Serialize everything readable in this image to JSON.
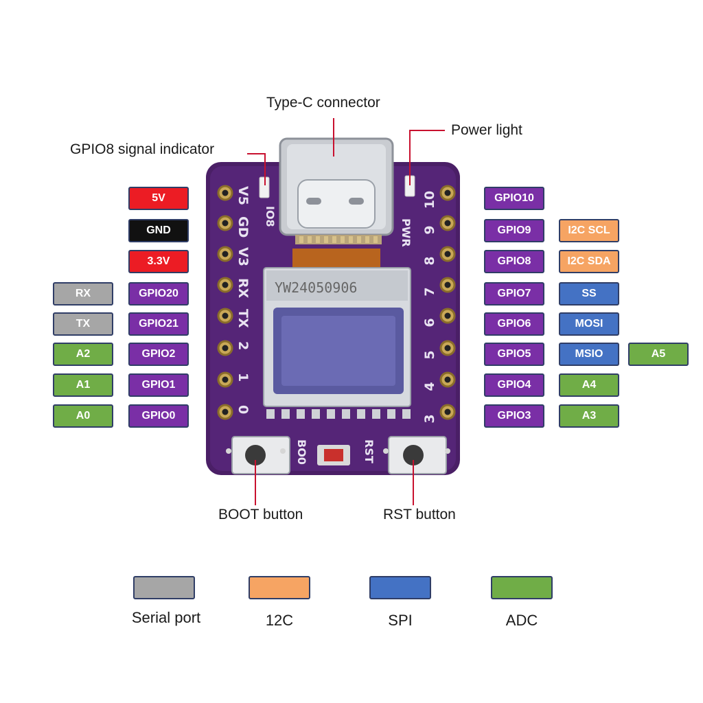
{
  "callouts": {
    "typec": "Type-C connector",
    "power_light": "Power light",
    "gpio8_indicator": "GPIO8 signal indicator",
    "boot": "BOOT button",
    "rst": "RST button"
  },
  "colors": {
    "power_5v": "#ec1c24",
    "ground": "#111111",
    "power_3v3": "#ec1c24",
    "gpio": "#7a2fa6",
    "serial": "#a6a6a6",
    "i2c": "#f6a463",
    "spi": "#4472c4",
    "adc": "#70ad47",
    "board": "#4a1f66",
    "leader": "#c8102e"
  },
  "left_power": [
    {
      "label": "5V",
      "kind": "power_5v"
    },
    {
      "label": "GND",
      "kind": "ground"
    },
    {
      "label": "3.3V",
      "kind": "power_3v3"
    }
  ],
  "left_gpio": [
    "GPIO20",
    "GPIO21",
    "GPIO2",
    "GPIO1",
    "GPIO0"
  ],
  "left_func": [
    {
      "label": "RX",
      "kind": "serial"
    },
    {
      "label": "TX",
      "kind": "serial"
    },
    {
      "label": "A2",
      "kind": "adc"
    },
    {
      "label": "A1",
      "kind": "adc"
    },
    {
      "label": "A0",
      "kind": "adc"
    }
  ],
  "right_gpio": [
    "GPIO10",
    "GPIO9",
    "GPIO8",
    "GPIO7",
    "GPIO6",
    "GPIO5",
    "GPIO4",
    "GPIO3"
  ],
  "right_func": [
    {
      "label": "I2C SCL",
      "kind": "i2c",
      "row": 1
    },
    {
      "label": "I2C SDA",
      "kind": "i2c",
      "row": 2
    },
    {
      "label": "SS",
      "kind": "spi",
      "row": 3
    },
    {
      "label": "MOSI",
      "kind": "spi",
      "row": 4
    },
    {
      "label": "MSIO",
      "kind": "spi",
      "row": 5
    },
    {
      "label": "A4",
      "kind": "adc",
      "row": 6
    },
    {
      "label": "A3",
      "kind": "adc",
      "row": 7
    }
  ],
  "right_extra": [
    {
      "label": "A5",
      "kind": "adc",
      "row": 5
    }
  ],
  "board_silk": {
    "left": [
      "V5",
      "GD",
      "V3",
      "RX",
      "TX",
      "2",
      "1",
      "0"
    ],
    "right": [
      "10",
      "9",
      "8",
      "7",
      "6",
      "5",
      "4",
      "3"
    ],
    "io8": "IO8",
    "pwr": "PWR",
    "boot": "BO0",
    "rst": "RST",
    "oled_code": "YW24050906"
  },
  "legend": [
    {
      "label": "Serial port",
      "kind": "serial"
    },
    {
      "label": "12C",
      "kind": "i2c"
    },
    {
      "label": "SPI",
      "kind": "spi"
    },
    {
      "label": "ADC",
      "kind": "adc"
    }
  ]
}
